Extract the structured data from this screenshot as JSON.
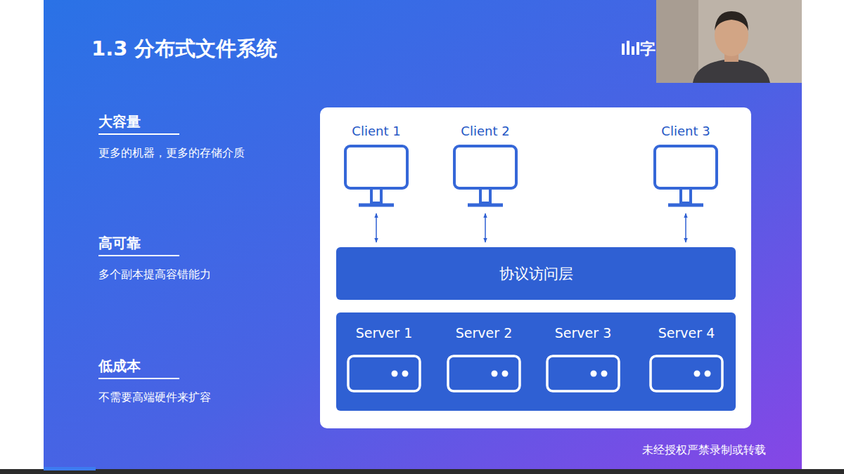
{
  "diagram": {
    "title": "1.3 分布式文件系统",
    "nodes": [
      {
        "text": [
          "Client 1"
        ]
      },
      {
        "text": [
          "Client 2"
        ]
      },
      {
        "text": [
          "Client 3"
        ]
      },
      {
        "text": [
          "协议访问层"
        ]
      },
      {
        "text": [
          "Server 1"
        ]
      },
      {
        "text": [
          "Server 2"
        ]
      },
      {
        "text": [
          "Server 3"
        ]
      },
      {
        "text": [
          "Server 4"
        ]
      }
    ],
    "edges": [
      {
        "from": 0,
        "to": 3,
        "arrow": "both"
      },
      {
        "from": 1,
        "to": 3,
        "arrow": "both"
      },
      {
        "from": 2,
        "to": 3,
        "arrow": "both"
      }
    ],
    "labels": [
      "大容量",
      "更多的机器，更多的存储介质",
      "高可靠",
      "多个副本提高容错能力",
      "低成本",
      "不需要高端硬件来扩容",
      "字",
      "未经授权严禁录制或转载"
    ]
  }
}
